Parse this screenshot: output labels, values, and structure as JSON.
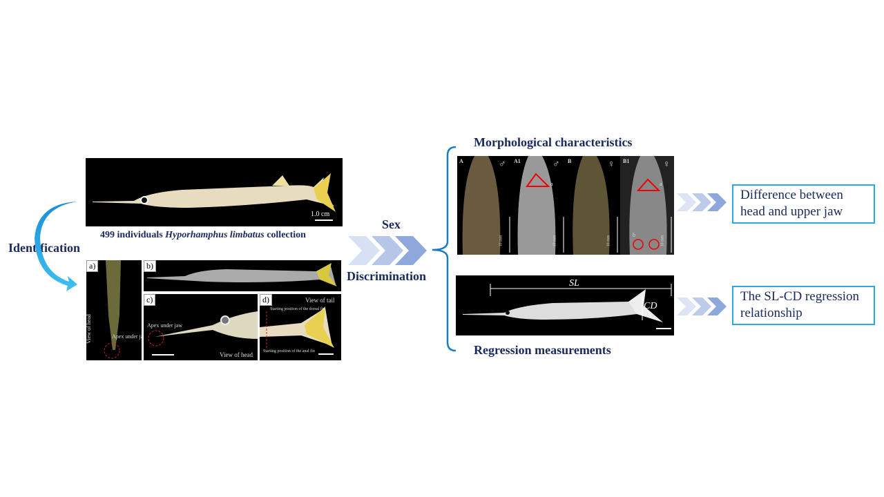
{
  "left": {
    "caption_prefix": "499 individuals ",
    "caption_species": "Hyporhamphus limbatus",
    "caption_suffix": " collection",
    "scale_label": "1.0 cm",
    "identification": "Identification",
    "panels": {
      "a": "a)",
      "b": "b)",
      "c": "c)",
      "d": "d)",
      "view_of_head": "View of head",
      "apex_under_jaw": "Apex under jaw",
      "view_of_tail": "View of tail",
      "dorsal_fin": "Starting position of the dorsal fin",
      "anal_fin": "Starting position of the anal fin"
    }
  },
  "middle": {
    "sex": "Sex",
    "discrimination": "Discrimination"
  },
  "right": {
    "morph_title": "Morphological characteristics",
    "morph_panels": [
      "A",
      "A1",
      "B",
      "B1"
    ],
    "male_symbol": "♂",
    "female_symbol": "♀",
    "scale_10mm": "10 mm",
    "mark_a": "a",
    "mark_b": "b",
    "regression_title": "Regression measurements",
    "sl": "SL",
    "cd": "CD",
    "result1": "Difference between head and upper jaw",
    "result2": "The SL-CD regression relationship"
  },
  "colors": {
    "navy": "#1a2a5e",
    "accent": "#29a9e0",
    "chevron": "#8fa8dc"
  }
}
